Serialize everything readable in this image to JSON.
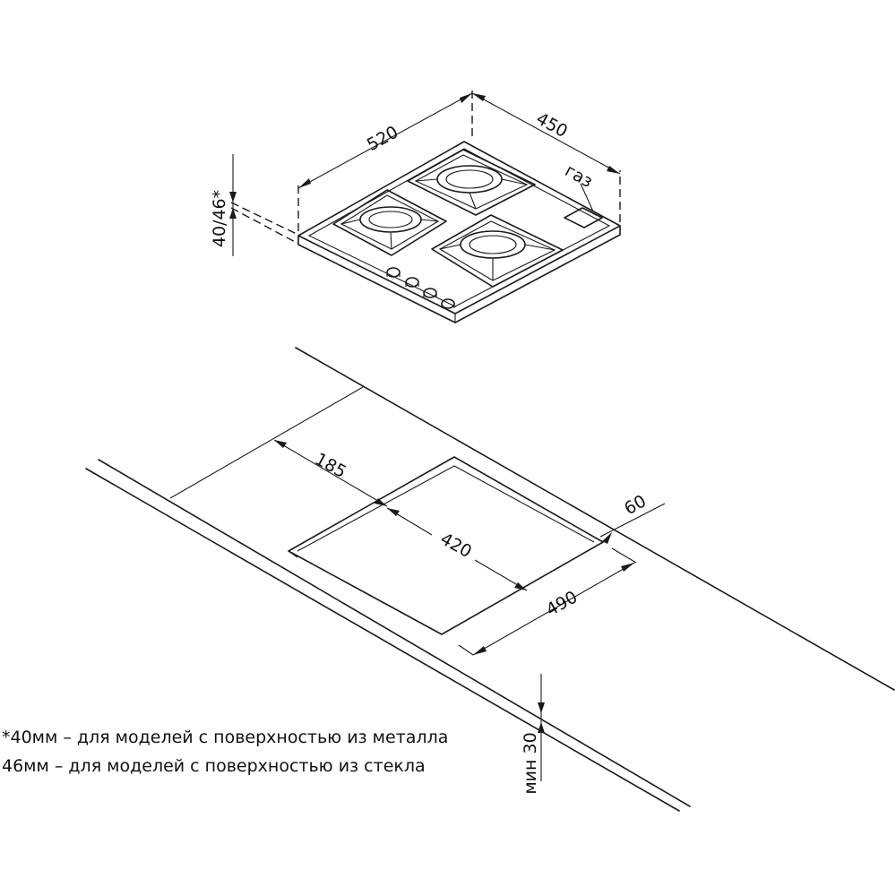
{
  "dimensions": {
    "hob_width": "520",
    "hob_depth": "450",
    "hob_height": "40/46*",
    "gas": "газ",
    "offset_back": "185",
    "cutout_depth": "420",
    "offset_side": "60",
    "cutout_width": "490",
    "min_thickness": "мин 30"
  },
  "notes": [
    "*40мм – для моделей  с поверхностью  из металла",
    "46мм – для моделей  с поверхностью  из стекла"
  ]
}
